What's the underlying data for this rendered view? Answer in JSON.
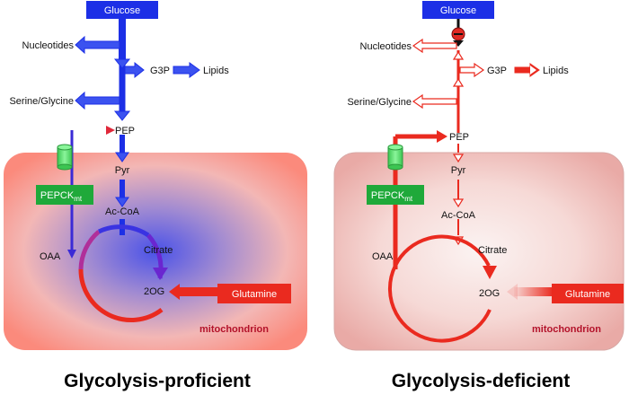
{
  "colors": {
    "blue": "#1c2fe6",
    "red": "#ea2a1f",
    "green": "#1fa93a",
    "cylinder": "#56e36a",
    "mito_label": "#b3122a",
    "black": "#111111"
  },
  "panels": [
    {
      "caption": "Glycolysis-proficient",
      "glucose": "Glucose",
      "nucleotides": "Nucleotides",
      "g3p": "G3P",
      "lipids": "Lipids",
      "serine_glycine": "Serine/Glycine",
      "pep": "PEP",
      "pyr": "Pyr",
      "acoa": "Ac-CoA",
      "citrate": "Citrate",
      "oaa": "OAA",
      "og": "2OG",
      "glutamine": "Glutamine",
      "pepck": "PEPCK",
      "pepck_sub": "mt",
      "mitochondrion": "mitochondrion"
    },
    {
      "caption": "Glycolysis-deficient",
      "glucose": "Glucose",
      "nucleotides": "Nucleotides",
      "g3p": "G3P",
      "lipids": "Lipids",
      "serine_glycine": "Serine/Glycine",
      "pep": "PEP",
      "pyr": "Pyr",
      "acoa": "Ac-CoA",
      "citrate": "Citrate",
      "oaa": "OAA",
      "og": "2OG",
      "glutamine": "Glutamine",
      "pepck": "PEPCK",
      "pepck_sub": "mt",
      "mitochondrion": "mitochondrion"
    }
  ]
}
